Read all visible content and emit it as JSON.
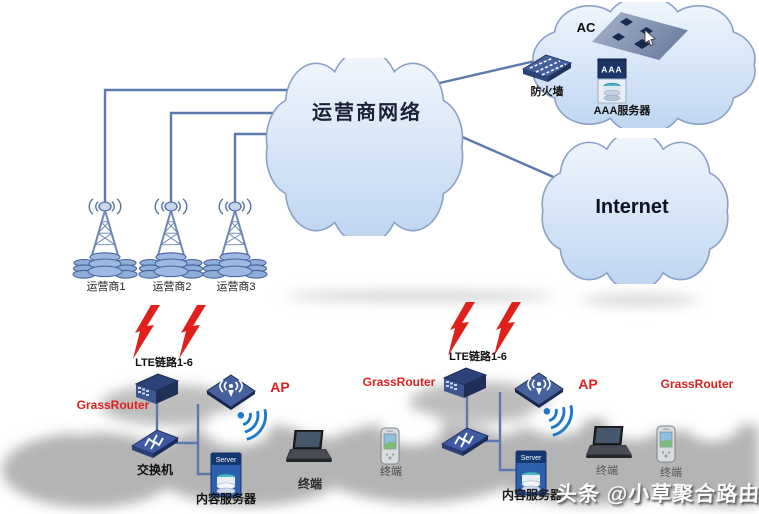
{
  "clouds": {
    "carrier_network": {
      "label": "运营商网络"
    },
    "internet": {
      "label": "Internet"
    },
    "management": {
      "ac_label": "AC",
      "firewall_label": "防火墙",
      "aaa_icon_text": "AAA",
      "aaa_server_label": "AAA服务器"
    }
  },
  "towers": [
    {
      "label": "运营商1"
    },
    {
      "label": "运营商2"
    },
    {
      "label": "运营商3"
    }
  ],
  "site_left": {
    "lte_link_label": "LTE链路1-6",
    "router_label": "GrassRouter",
    "ap_label": "AP",
    "switch_label": "交换机",
    "server_icon_text": "Server",
    "content_server_label": "内容服务器",
    "terminal_laptop_label": "终端"
  },
  "site_middle": {
    "router_label": "GrassRouter",
    "terminal_phone_label": "终端"
  },
  "site_right": {
    "lte_link_label": "LTE链路1-6",
    "router_label": "GrassRouter",
    "ap_label": "AP",
    "server_icon_text": "Server",
    "content_server_label": "内容服务器",
    "terminal_laptop_label": "终端",
    "terminal_phone_label": "终端"
  },
  "watermark": {
    "text": "头条 @小草聚合路由"
  },
  "colors": {
    "accent_red": "#e02020",
    "line_blue": "#5b79ad",
    "cloud_stroke": "#8ba0c6",
    "device_navy": "#2e4579",
    "gray_band": "#b4b4b4"
  }
}
